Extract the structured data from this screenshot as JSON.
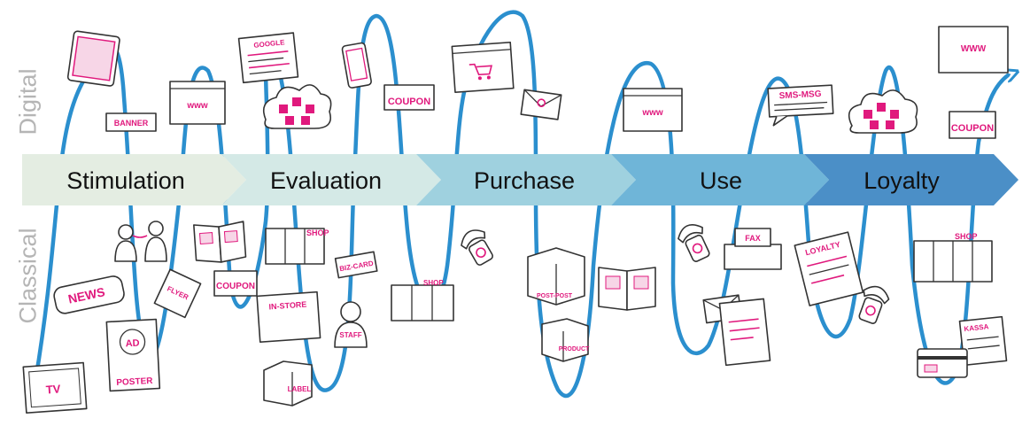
{
  "side_labels": {
    "top": "Digital",
    "bottom": "Classical"
  },
  "stages": [
    "Stimulation",
    "Evaluation",
    "Purchase",
    "Use",
    "Loyalty"
  ],
  "colors": {
    "stage_fills": [
      "#e4ede2",
      "#d4e9e6",
      "#9fd1df",
      "#6fb5d8",
      "#4b8fc7"
    ],
    "wave": "#2b8fce",
    "accent": "#e0197d",
    "side_label": "#b5b5b5"
  },
  "digital_items": {
    "tablet": "tablet-icon",
    "banner": "BANNER",
    "browser_www_1": "www",
    "google_label": "GOOGLE",
    "cloud_1": "social-cloud-icon",
    "phone": "smartphone-icon",
    "coupon_1": "COUPON",
    "shop_window": "webshop-cart-icon",
    "email": "email-envelope-icon",
    "browser_www_2": "www",
    "sms": "SMS-MSG",
    "cloud_2": "social-cloud-icon",
    "browser_www_3": "WWW",
    "coupon_2": "COUPON"
  },
  "classical_items": {
    "newspaper": "NEWS",
    "tv": "TV",
    "poster": "POSTER",
    "poster_ad": "AD",
    "people": "people-talking-icon",
    "flyer": "FLYER",
    "magazine": "magazine-icon",
    "coupon": "COUPON",
    "shop_1": "SHOP",
    "in_store": "IN-STORE",
    "bizcard": "BIZ-CARD",
    "staff": "STAFF",
    "label": "LABEL",
    "shop_2": "SHOP",
    "phone_1": "telephone-icon",
    "post": "POST-POST",
    "product": "PRODUCT",
    "magazine_2": "magazine-icon",
    "phone_2": "telephone-icon",
    "fax": "FAX",
    "letter": "letter-icon",
    "loyalty": "LOYALTY",
    "phone_3": "telephone-icon",
    "shop_3": "SHOP",
    "receipt": "KASSA",
    "credit_card": "credit-card-icon"
  }
}
